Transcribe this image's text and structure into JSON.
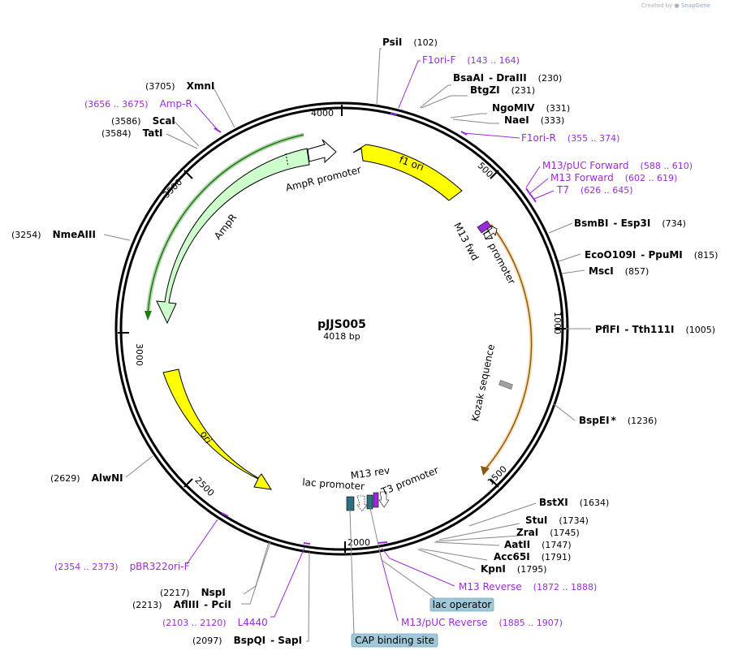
{
  "credit": {
    "prefix": "Created by",
    "brand": "SnapGene"
  },
  "plasmid": {
    "name": "pJJS005",
    "length_label": "4018 bp",
    "total_bp": 4018
  },
  "colors": {
    "enzyme": "#000000",
    "primer": "#9a2cd8",
    "f1ori": "#ffff00",
    "ori": "#ffff00",
    "ampr": "#ccffcc",
    "promoter": "#ffffff",
    "orf_outline": "#e8a030",
    "amp_outline": "#1e7d10",
    "tag": "#9fc8d8",
    "dark_feature": "#2e7080",
    "kozak": "#a0a0a0"
  },
  "ticks": [
    "500",
    "1000",
    "1500",
    "2000",
    "2500",
    "3000",
    "3500",
    "4000"
  ],
  "features": {
    "f1_ori": "f1 ori",
    "ampr_promoter": "AmpR promoter",
    "ampr": "AmpR",
    "ori": "ori",
    "m13_fwd": "M13 fwd",
    "t7_promoter": "T7 promoter",
    "kozak": "Kozak sequence",
    "m13_rev": "M13 rev",
    "t3_promoter": "T3 promoter",
    "lac_promoter": "lac promoter"
  },
  "enzymes": [
    {
      "name": "PsiI",
      "pos": "(102)"
    },
    {
      "name": "BsaAI",
      "sep": "- DraIII",
      "pos": "(230)"
    },
    {
      "name": "BtgZI",
      "pos": "(231)"
    },
    {
      "name": "NgoMIV",
      "pos": "(331)"
    },
    {
      "name": "NaeI",
      "pos": "(333)"
    },
    {
      "name": "BsmBI",
      "sep": "- Esp3I",
      "pos": "(734)"
    },
    {
      "name": "EcoO109I",
      "sep": "- PpuMI",
      "pos": "(815)"
    },
    {
      "name": "MscI",
      "pos": "(857)"
    },
    {
      "name": "PflFI",
      "sep": "- Tth111I",
      "pos": "(1005)"
    },
    {
      "name": "BspEI",
      "star": "*",
      "pos": "(1236)"
    },
    {
      "name": "BstXI",
      "pos": "(1634)"
    },
    {
      "name": "StuI",
      "pos": "(1734)"
    },
    {
      "name": "ZraI",
      "pos": "(1745)"
    },
    {
      "name": "AatII",
      "pos": "(1747)"
    },
    {
      "name": "Acc65I",
      "pos": "(1791)"
    },
    {
      "name": "KpnI",
      "pos": "(1795)"
    },
    {
      "name": "NspI",
      "pos": "(2217)"
    },
    {
      "name": "AflIII",
      "sep": "- PciI",
      "pos": "(2213)"
    },
    {
      "name": "BspQI",
      "sep": "- SapI",
      "pos": "(2097)"
    },
    {
      "name": "AlwNI",
      "pos": "(2629)"
    },
    {
      "name": "NmeAIII",
      "pos": "(3254)"
    },
    {
      "name": "TatI",
      "pos": "(3584)"
    },
    {
      "name": "ScaI",
      "pos": "(3586)"
    },
    {
      "name": "XmnI",
      "pos": "(3705)"
    }
  ],
  "primers": [
    {
      "name": "F1ori-F",
      "range": "(143 .. 164)"
    },
    {
      "name": "F1ori-R",
      "range": "(355 .. 374)"
    },
    {
      "name": "M13/pUC Forward",
      "range": "(588 .. 610)"
    },
    {
      "name": "M13 Forward",
      "range": "(602 .. 619)"
    },
    {
      "name": "T7",
      "range": "(626 .. 645)"
    },
    {
      "name": "M13 Reverse",
      "range": "(1872 .. 1888)"
    },
    {
      "name": "M13/pUC Reverse",
      "range": "(1885 .. 1907)"
    },
    {
      "name": "L4440",
      "range": "(2103 .. 2120)"
    },
    {
      "name": "pBR322ori-F",
      "range": "(2354 .. 2373)"
    },
    {
      "name": "Amp-R",
      "range": "(3656 .. 3675)"
    }
  ],
  "boxed_labels": {
    "lac_operator": "lac operator",
    "cap_site": "CAP binding site"
  }
}
